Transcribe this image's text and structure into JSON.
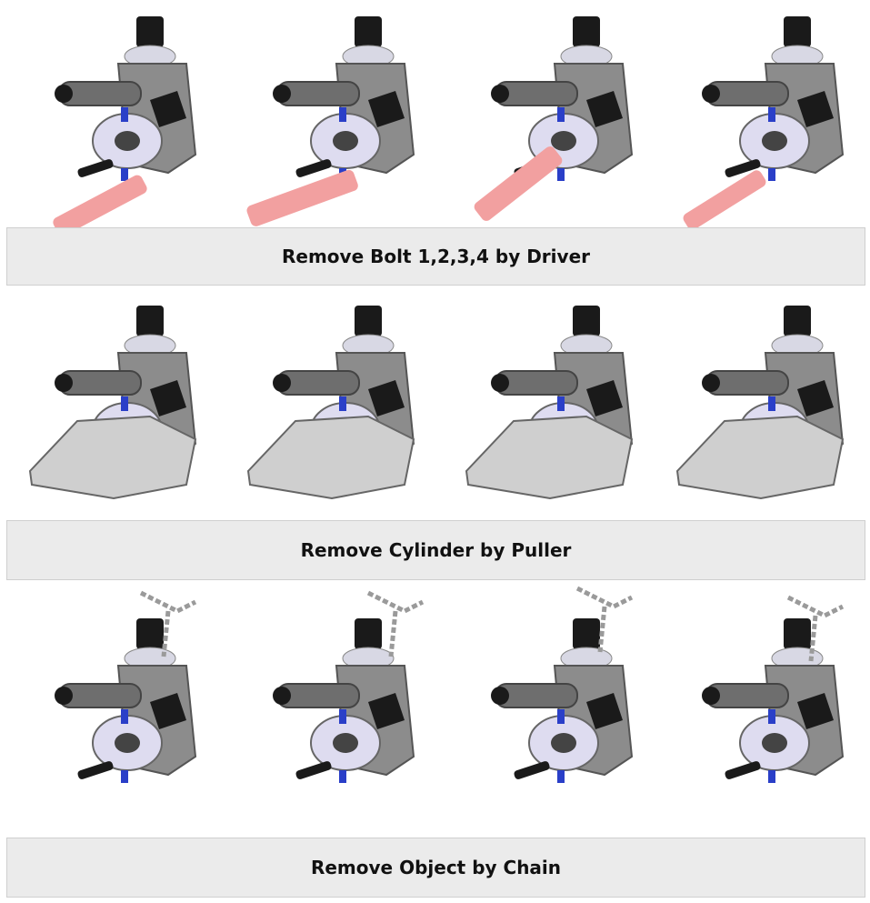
{
  "stages": [
    {
      "caption": "Remove Bolt 1,2,3,4 by Driver",
      "tool": "driver",
      "frames": 4
    },
    {
      "caption": "Remove Cylinder by Puller",
      "tool": "puller",
      "frames": 4
    },
    {
      "caption": "Remove Object by Chain",
      "tool": "chain",
      "frames": 4
    }
  ],
  "icons": {
    "assembly": "valve-assembly-icon",
    "driver": "screwdriver-icon",
    "puller": "puller-icon",
    "chain": "chain-icon"
  },
  "colors": {
    "banner_bg": "#ebebeb",
    "banner_border": "#cfcfcf",
    "caption_text": "#111111",
    "driver_tool": "#f2a0a0",
    "bolt_blue": "#2a3fc8",
    "body_grey": "#8c8c8c",
    "cap_black": "#1a1a1a",
    "flange_lavender": "#dedcf0"
  }
}
